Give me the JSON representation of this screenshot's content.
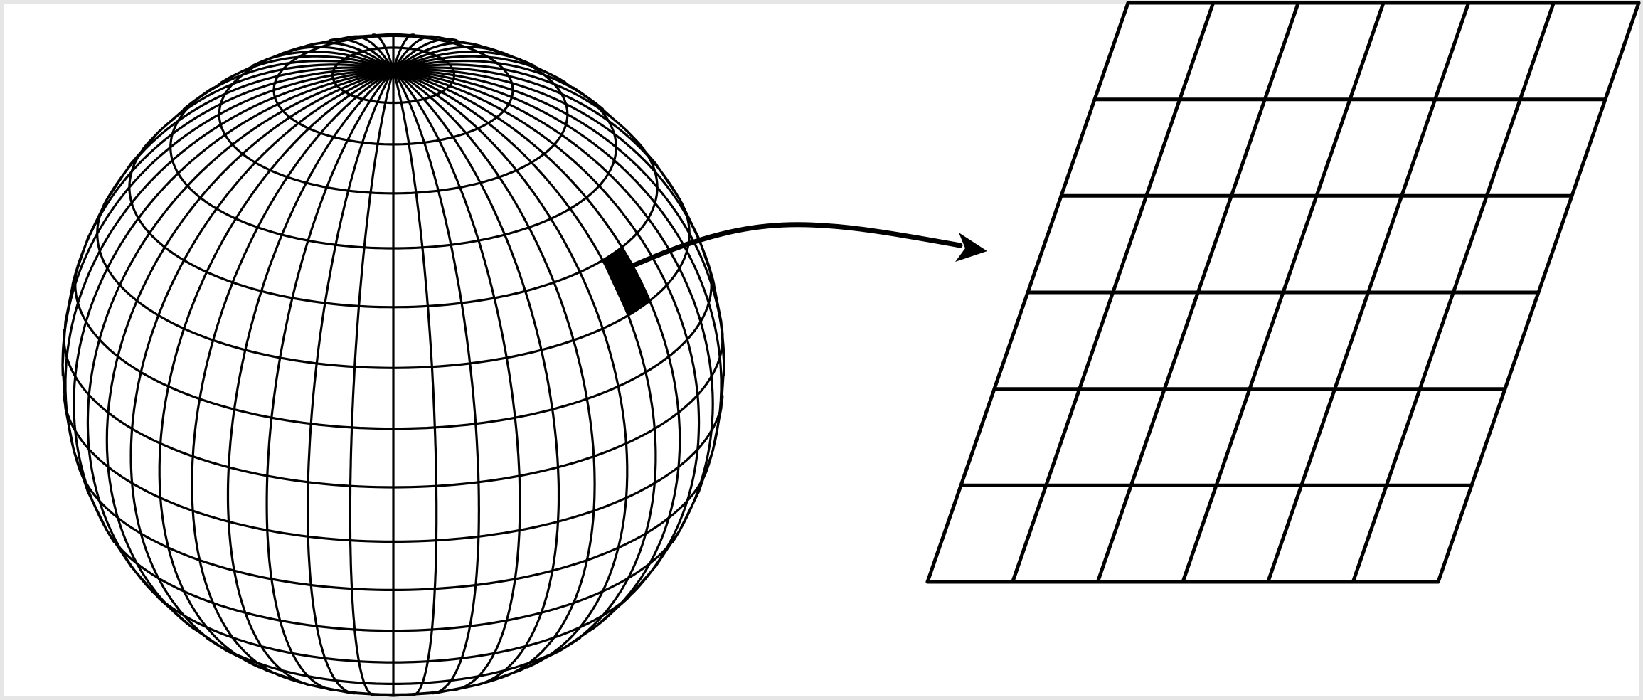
{
  "diagram": {
    "sphere": {
      "latitude_rings": 16,
      "meridians": 48,
      "highlighted_patch": true
    },
    "flat_grid": {
      "rows": 6,
      "columns": 6
    },
    "arrow": {
      "from": "sphere-patch",
      "to": "flat-grid"
    },
    "colors": {
      "stroke": "#000000",
      "background": "#ffffff",
      "border": "#e6e6e6"
    }
  }
}
